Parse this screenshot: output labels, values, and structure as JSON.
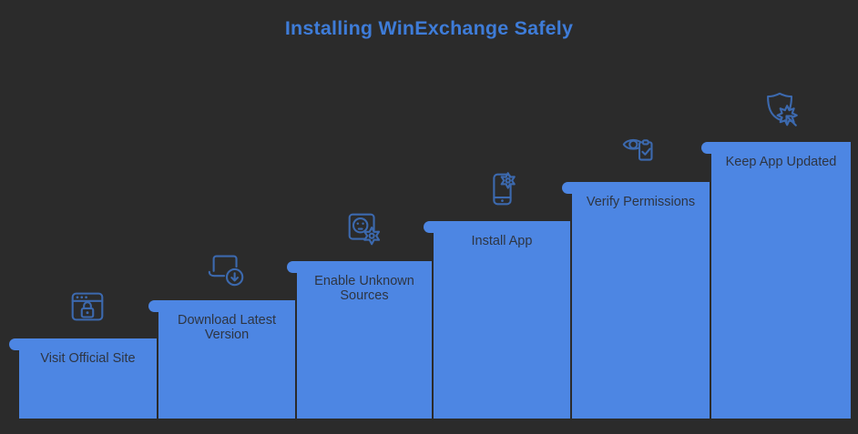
{
  "title": "Installing WinExchange Safely",
  "colors": {
    "background": "#2b2b2b",
    "bar": "#4d86e3",
    "title": "#3e7cd8",
    "label": "#2e3542",
    "icon": "#3c69ae"
  },
  "steps": [
    {
      "label": "Visit Official Site",
      "icon": "browser-lock-icon"
    },
    {
      "label": "Download Latest Version",
      "icon": "laptop-download-icon"
    },
    {
      "label": "Enable Unknown Sources",
      "icon": "unknown-sources-gear-icon"
    },
    {
      "label": "Install App",
      "icon": "phone-gear-icon"
    },
    {
      "label": "Verify Permissions",
      "icon": "eye-checklist-icon"
    },
    {
      "label": "Keep App Updated",
      "icon": "shield-update-icon"
    }
  ]
}
